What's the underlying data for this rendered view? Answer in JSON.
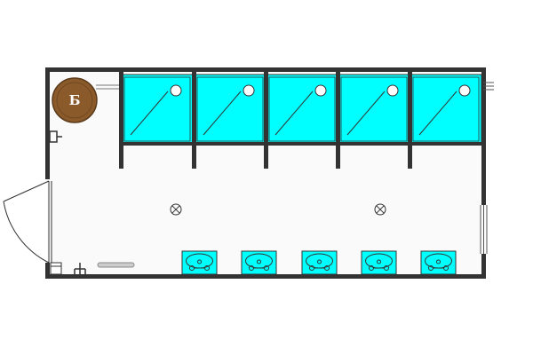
{
  "plan": {
    "boiler": {
      "label": "Б",
      "color": "#8B5A2B"
    },
    "colors": {
      "wall": "#333333",
      "fixture": "#00FFFF",
      "floor": "#FAFAFA",
      "stroke": "#333333"
    },
    "shower_cabins": 5,
    "washbasins": 5,
    "ceiling_lights": 2
  }
}
